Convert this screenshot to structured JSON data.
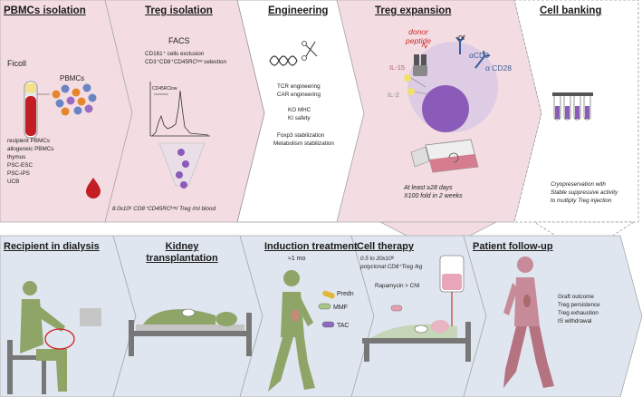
{
  "colors": {
    "pink_panel": "#f3dde2",
    "blue_panel": "#dfe6ef",
    "arrow_border": "#8a8a8a",
    "cell_purple": "#8a5bb8",
    "blood_red": "#c21e24",
    "figure_green": "#8fa568",
    "figure_pink": "#c78a98"
  },
  "top": {
    "pbmc": {
      "title": "PBMCs isolation",
      "ficoll": "Ficoll",
      "pbmcs": "PBMCs",
      "sources": [
        "recipient PBMCs",
        "allogeneic PBMCs",
        "thymus",
        "PSC-ESC",
        "PSC-iPS",
        "UCB"
      ]
    },
    "treg_iso": {
      "title": "Treg isolation",
      "facs": "FACS",
      "exclusion": "CD161⁺ cells exclusion",
      "selection": "CD3⁺CD8⁺CD45RCˡᵒʷ selection",
      "histo_label": "CD45RClow",
      "yield": "8.0x10⁶ CD8⁺CD45RCˡᵒʷ/ Treg /ml blood"
    },
    "engineering": {
      "title": "Engineering",
      "lines": [
        "TCR engineering",
        "CAR engineering",
        "KO MHC",
        "KI safety",
        "Foxp3 stabilization",
        "Metabolism stabilization"
      ]
    },
    "expansion": {
      "title": "Treg expansion",
      "donor_peptide": "donor peptide",
      "or": "or",
      "il15": "IL-15",
      "il2": "IL-2",
      "acd3": "αCD3",
      "acd28": "α CD28",
      "note_lines": [
        "At least ≥28 days",
        "X100 fold in 2 weeks"
      ]
    },
    "banking": {
      "title": "Cell banking",
      "note_lines": [
        "Cryopreservation with",
        "Stable suppressive activity",
        "to multiply Treg injection"
      ]
    }
  },
  "bottom": {
    "dialysis": {
      "title": "Recipient in dialysis"
    },
    "kidney": {
      "title": "Kidney transplantation"
    },
    "induction": {
      "title": "Induction treatment",
      "duration": "≈1 mo",
      "drugs": [
        "Predn",
        "MMF",
        "TAC"
      ]
    },
    "therapy": {
      "title": "Cell therapy",
      "dose_lines": [
        "0.5 to 20x10⁶",
        "polyclonal CD8⁺Treg /kg"
      ],
      "switch": "Rapamycin > CNI"
    },
    "followup": {
      "title": "Patient follow-up",
      "lines": [
        "Graft outcome",
        "Treg persistence",
        "Treg exhaustion",
        "IS withdrawal"
      ]
    }
  }
}
